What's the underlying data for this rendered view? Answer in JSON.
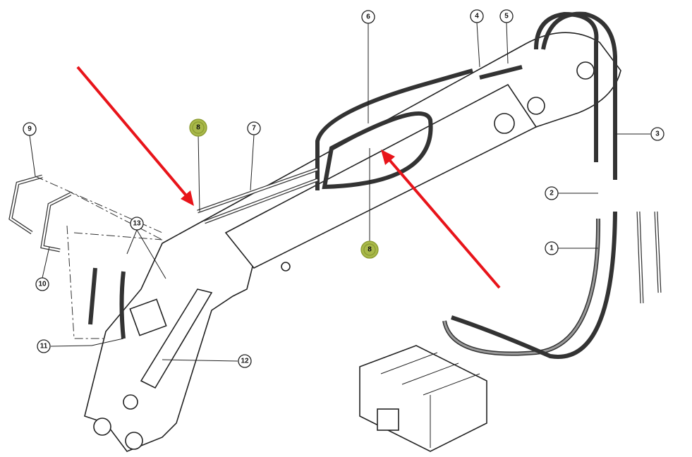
{
  "diagram": {
    "callouts": [
      {
        "id": "1",
        "label": "1"
      },
      {
        "id": "2",
        "label": "2"
      },
      {
        "id": "3",
        "label": "3"
      },
      {
        "id": "4",
        "label": "4"
      },
      {
        "id": "5",
        "label": "5"
      },
      {
        "id": "6",
        "label": "6"
      },
      {
        "id": "7",
        "label": "7"
      },
      {
        "id": "8a",
        "label": "8",
        "highlighted": true
      },
      {
        "id": "8b",
        "label": "8",
        "highlighted": true
      },
      {
        "id": "9",
        "label": "9"
      },
      {
        "id": "10",
        "label": "10"
      },
      {
        "id": "11",
        "label": "11"
      },
      {
        "id": "12",
        "label": "12"
      },
      {
        "id": "13",
        "label": "13"
      }
    ],
    "highlight_color": "#a9b94a",
    "arrow_color": "#e8141a"
  }
}
